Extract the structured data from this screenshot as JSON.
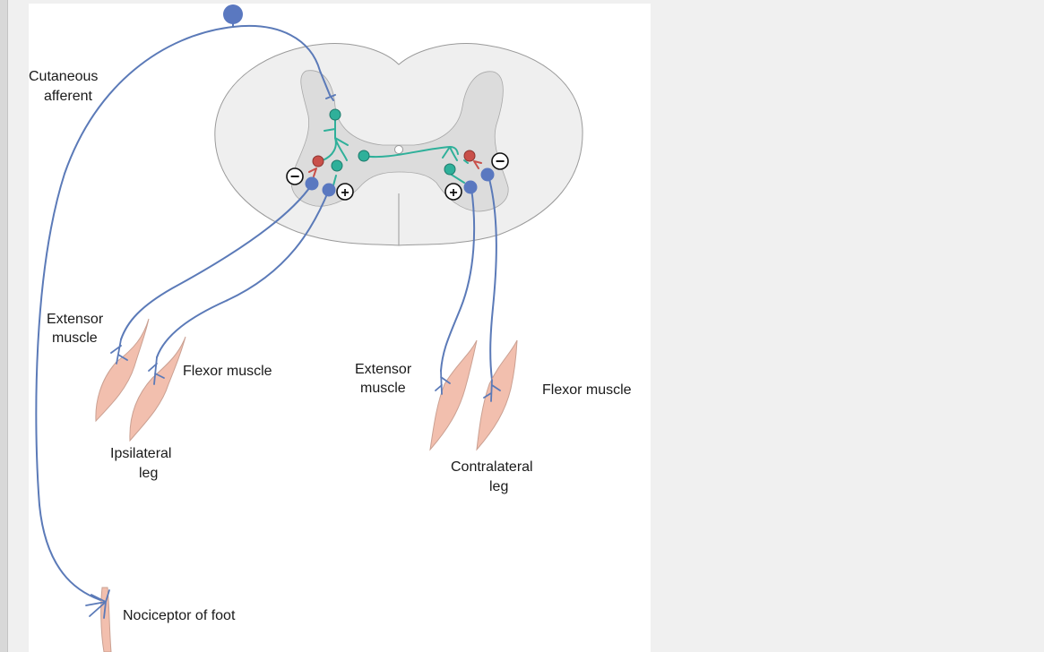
{
  "labels": {
    "cutaneous_afferent_1": "Cutaneous",
    "cutaneous_afferent_2": "afferent",
    "ipsi_extensor_1": "Extensor",
    "ipsi_extensor_2": "muscle",
    "ipsi_flexor": "Flexor muscle",
    "contra_extensor_1": "Extensor",
    "contra_extensor_2": "muscle",
    "contra_flexor": "Flexor muscle",
    "ipsilateral_leg_1": "Ipsilateral",
    "ipsilateral_leg_2": "leg",
    "contralateral_leg_1": "Contralateral",
    "contralateral_leg_2": "leg",
    "nociceptor": "Nociceptor of foot"
  },
  "symbols": {
    "plus": "+",
    "minus": "−"
  },
  "colors": {
    "nerve": "#5b7ab8",
    "motor_neuron": "#5a78c0",
    "interneuron": "#2fb09a",
    "inhibitory": "#c9504a",
    "muscle": "#f2bfae",
    "muscle_outline": "#caa092",
    "cord_white_matter": "#efefef",
    "cord_grey_matter": "#dcdcdc"
  }
}
